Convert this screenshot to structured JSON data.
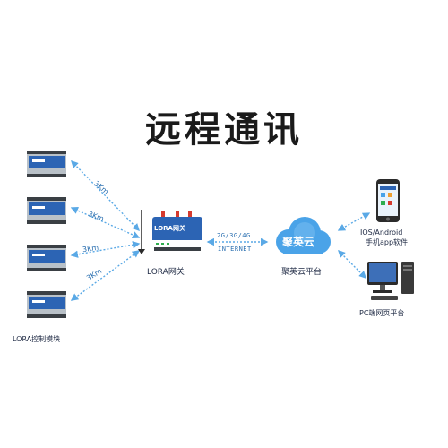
{
  "title": "远程通讯",
  "modules": {
    "label": "LORA控制模块"
  },
  "links": {
    "distance_labels": [
      "3Km",
      "3Km",
      "3Km",
      "3Km"
    ]
  },
  "gateway": {
    "label": "LORA网关",
    "device_text": "LORA网关"
  },
  "network": {
    "protocols": "2G/3G/4G",
    "medium": "INTERNET"
  },
  "cloud": {
    "text": "聚英云",
    "label": "聚英云平台"
  },
  "phone": {
    "label_line1": "IOS/Android",
    "label_line2": "手机app软件"
  },
  "pc": {
    "label": "PC端网页平台"
  },
  "colors": {
    "arrow": "#5aa9e6",
    "module_body": "#2c64b4",
    "cloud": "#4aa3e8",
    "text_dark": "#1f2a44"
  }
}
